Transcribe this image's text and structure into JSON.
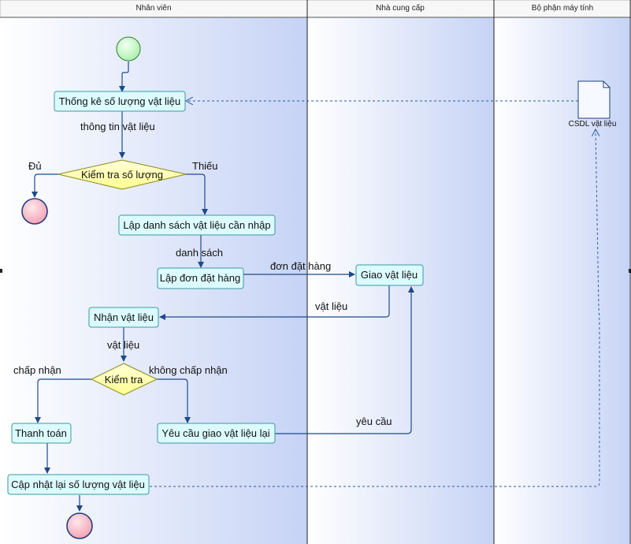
{
  "lanes": [
    {
      "id": "employee",
      "label": "Nhân viên"
    },
    {
      "id": "supplier",
      "label": "Nhà cung cấp"
    },
    {
      "id": "computer",
      "label": "Bộ phận máy tính"
    }
  ],
  "activities": {
    "thong_ke": "Thống kê số lượng vật liệu",
    "lap_danh_sach": "Lập danh sách vật liệu cần nhập",
    "lap_don": "Lập đơn đặt hàng",
    "giao_vat_lieu": "Giao vật liệu",
    "nhan_vat_lieu": "Nhận vật liệu",
    "thanh_toan": "Thanh toán",
    "yeu_cau_giao_lai": "Yêu cầu giao vật liệu lại",
    "cap_nhat": "Cập nhật lại số lượng vật liệu"
  },
  "decisions": {
    "kiem_tra_so_luong": "Kiểm tra số lượng",
    "kiem_tra": "Kiểm tra"
  },
  "datastore": {
    "label": "CSDL vật liệu"
  },
  "edge_labels": {
    "thong_tin": "thông tin vật liệu",
    "du": "Đủ",
    "thieu": "Thiếu",
    "danh_sach": "danh sách",
    "don_dat_hang": "đơn đặt hàng",
    "vat_lieu_1": "vật liệu",
    "vat_lieu_2": "vật liệu",
    "chap_nhan": "chấp nhận",
    "khong_chap_nhan": "không chấp nhận",
    "yeu_cau": "yêu cầu"
  },
  "colors": {
    "lane_gradient_start": "#ffffff",
    "lane_gradient_end": "#c9d6f6",
    "activity_fill": "#dcfbff",
    "decision_fill": "#ffffb0",
    "start_fill": "#dcffdc",
    "end_fill": "#ffc0c8",
    "edge": "#1f4a8a"
  }
}
